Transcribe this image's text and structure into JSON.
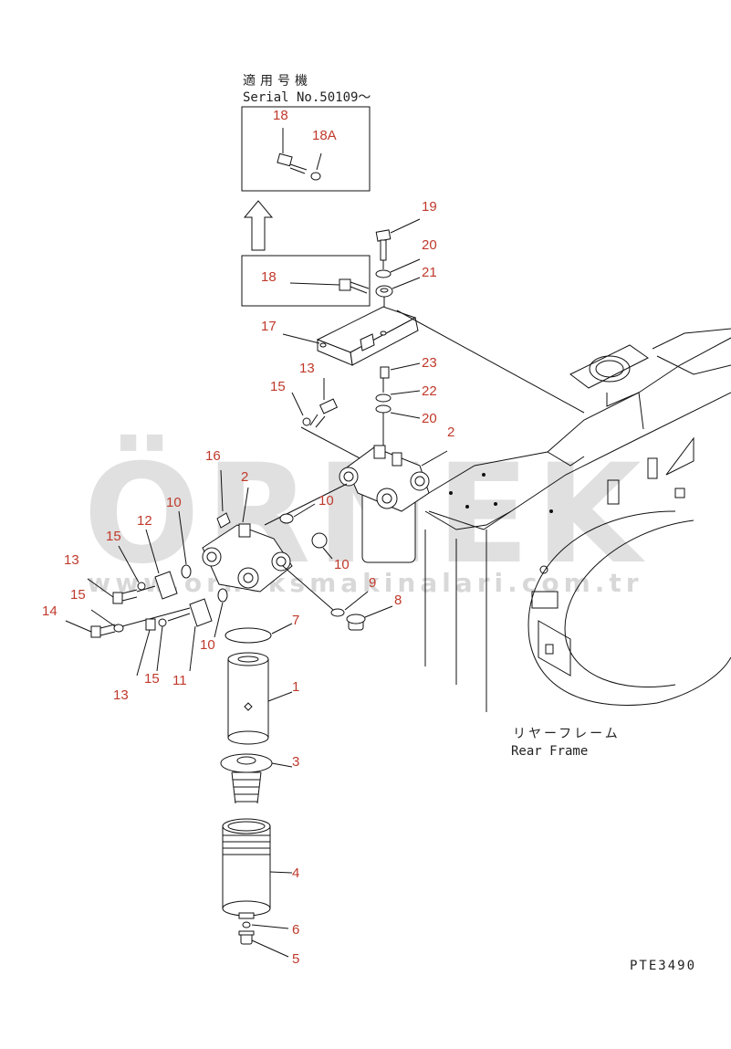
{
  "watermark": {
    "brand": "ÖRNEK",
    "url": "www.orneksmakinalari.com.tr"
  },
  "serial_box": {
    "title_jp": "適用号機",
    "title_en": "Serial No.50109～"
  },
  "frame_label": {
    "jp": "リヤーフレーム",
    "en": "Rear Frame"
  },
  "drawing_code": "PTE3490",
  "callouts": [
    "18",
    "18A",
    "19",
    "20",
    "21",
    "18",
    "17",
    "23",
    "22",
    "20",
    "13",
    "15",
    "2",
    "16",
    "2",
    "10",
    "10",
    "10",
    "12",
    "15",
    "13",
    "15",
    "14",
    "11",
    "13",
    "15",
    "10",
    "9",
    "8",
    "7",
    "1",
    "3",
    "4",
    "6",
    "5"
  ],
  "colors": {
    "callout": "#c0392b",
    "line": "#111111",
    "watermark": "#d0d0d0",
    "accent": "#f2d27a"
  }
}
